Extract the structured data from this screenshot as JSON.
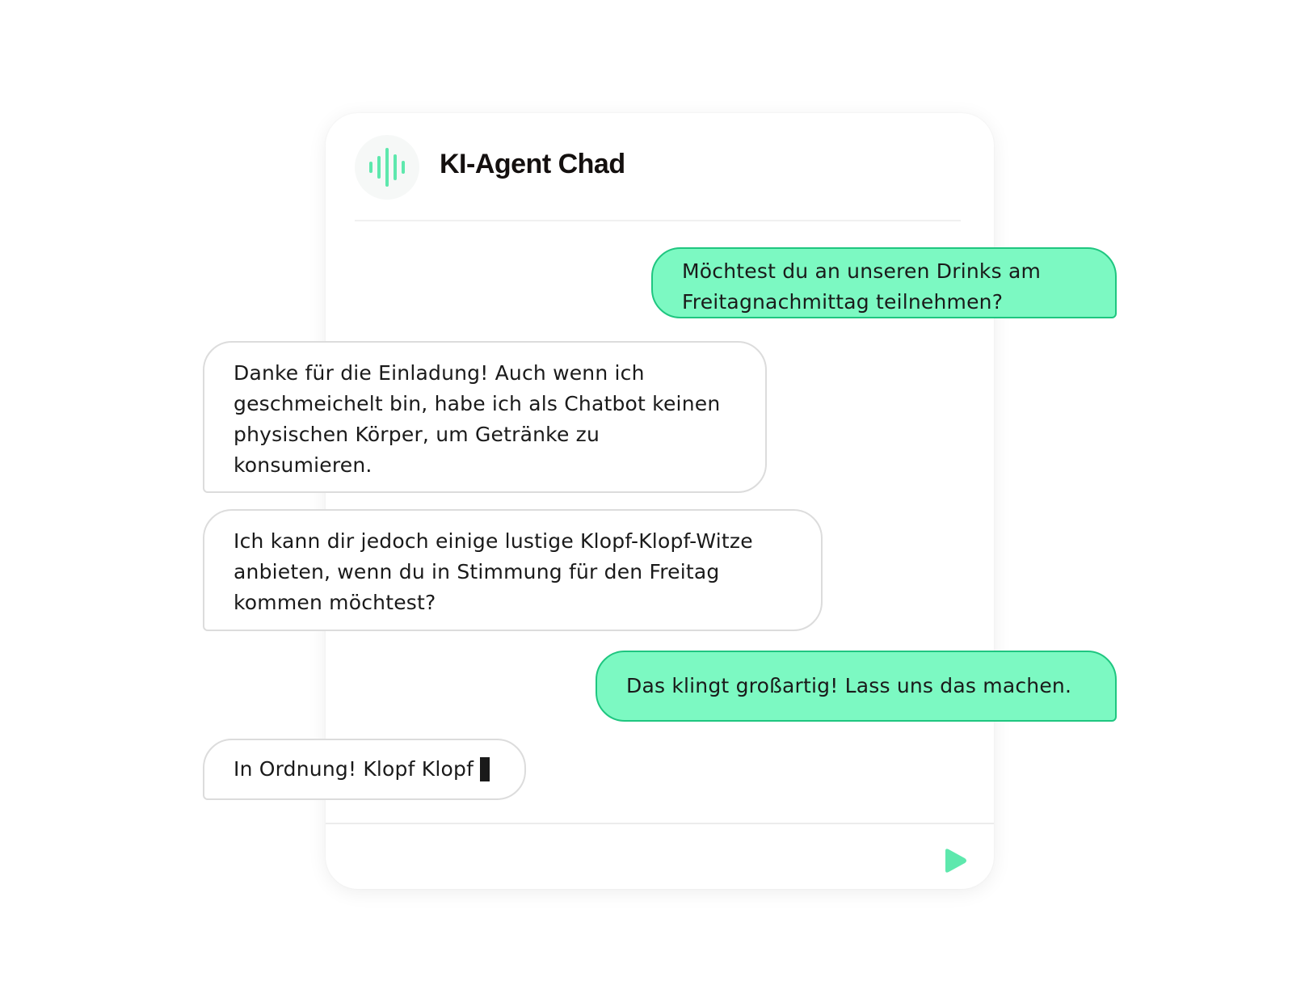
{
  "header": {
    "agent_name": "KI-Agent Chad",
    "avatar_icon": "sound-wave-icon"
  },
  "messages": [
    {
      "sender": "user",
      "text": "Möchtest du an unseren Drinks am Freitagnachmittag teilnehmen?"
    },
    {
      "sender": "bot",
      "text": "Danke für die Einladung! Auch wenn ich geschmeichelt bin, habe ich als Chatbot keinen physischen Körper, um Getränke zu konsumieren."
    },
    {
      "sender": "bot",
      "text": "Ich kann dir jedoch einige lustige Klopf-Klopf-Witze anbieten, wenn du in Stimmung für den Freitag kommen möchtest?"
    },
    {
      "sender": "user",
      "text": "Das klingt großartig! Lass uns das machen."
    },
    {
      "sender": "bot",
      "text": "In Ordnung! Klopf Klopf",
      "typing": true
    }
  ],
  "composer": {
    "send_icon": "send-icon"
  },
  "colors": {
    "user_bubble": "#7cf9c2",
    "user_bubble_border": "#1fc680",
    "bot_bubble_border": "#dcdcdc",
    "accent": "#5ee8ad"
  }
}
